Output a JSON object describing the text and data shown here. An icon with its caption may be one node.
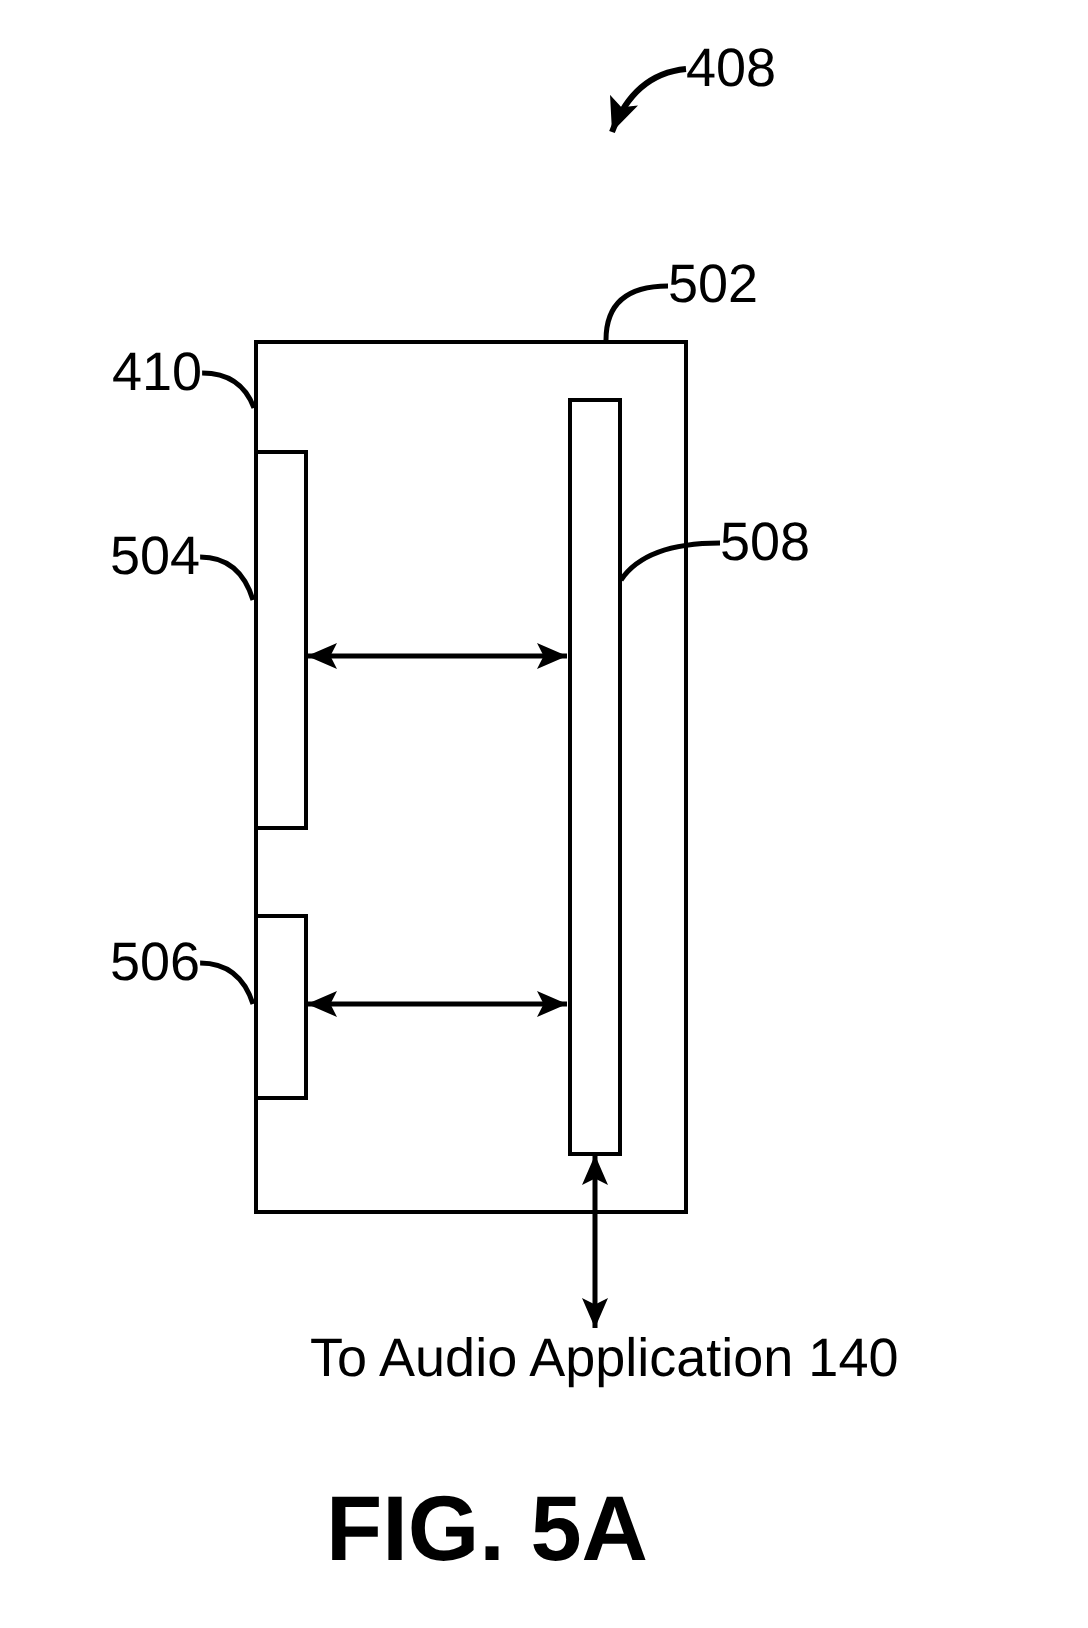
{
  "diagram": {
    "caption": "FIG. 5A",
    "nodes": [
      {
        "text": [],
        "shape": "box"
      },
      {
        "text": [],
        "shape": "box",
        "in": 0
      },
      {
        "text": [],
        "shape": "box",
        "in": 0
      },
      {
        "text": [],
        "shape": "box",
        "in": 0
      },
      {
        "text": [
          "408"
        ]
      },
      {
        "text": [
          "502"
        ]
      },
      {
        "text": [
          "410"
        ]
      },
      {
        "text": [
          "504"
        ]
      },
      {
        "text": [
          "506"
        ]
      },
      {
        "text": [
          "508"
        ]
      },
      {
        "text": [
          "To Audio Application 140"
        ]
      }
    ],
    "edges": [
      {
        "from": 1,
        "to": 3,
        "arrow": "both"
      },
      {
        "from": 2,
        "to": 3,
        "arrow": "both"
      },
      {
        "from": 3,
        "to": 10,
        "arrow": "both"
      },
      {
        "from": 4,
        "to": null,
        "arrow": "to"
      },
      {
        "from": 5,
        "to": 0,
        "arrow": "none"
      },
      {
        "from": 6,
        "to": 0,
        "arrow": "none"
      },
      {
        "from": 7,
        "to": 1,
        "arrow": "none"
      },
      {
        "from": 8,
        "to": 2,
        "arrow": "none"
      },
      {
        "from": 9,
        "to": 3,
        "arrow": "none"
      }
    ]
  }
}
